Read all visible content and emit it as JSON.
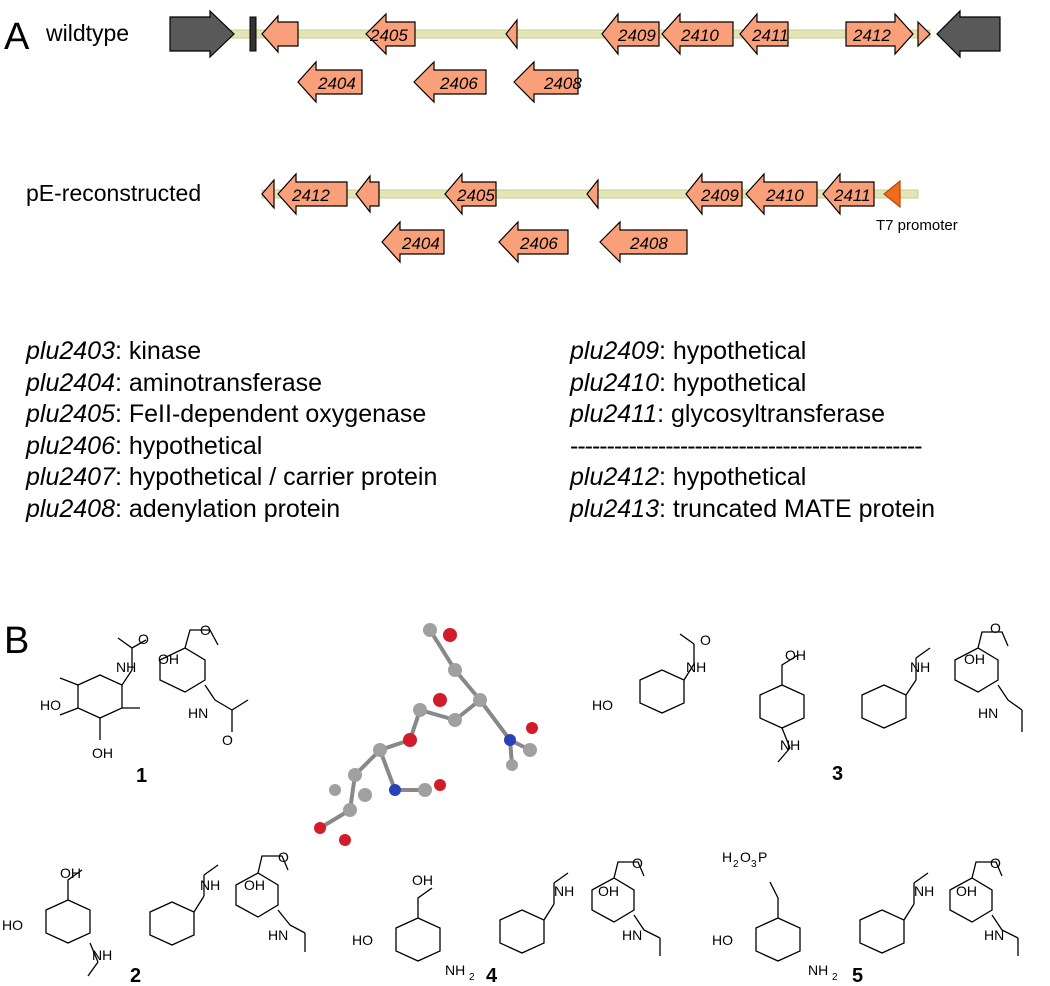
{
  "panel_a": {
    "letter": "A",
    "wildtype_label": "wildtype",
    "reconstructed_label": "pE-reconstructed",
    "t7_label": "T7 promoter",
    "wildtype_genes": [
      {
        "label": "2405"
      },
      {
        "label": "2409"
      },
      {
        "label": "2410"
      },
      {
        "label": "2411"
      },
      {
        "label": "2412"
      },
      {
        "label": "2404"
      },
      {
        "label": "2406"
      },
      {
        "label": "2408"
      }
    ],
    "reconstructed_genes": [
      {
        "label": "2412"
      },
      {
        "label": "2405"
      },
      {
        "label": "2409"
      },
      {
        "label": "2410"
      },
      {
        "label": "2411"
      },
      {
        "label": "2404"
      },
      {
        "label": "2406"
      },
      {
        "label": "2408"
      }
    ],
    "colors": {
      "gene_fill": "#f9a07a",
      "flank_fill": "#595959",
      "backbone": "#e3e6b4",
      "promoter": "#f26b1d"
    },
    "annotations_left": [
      {
        "gene": "plu2403",
        "func": ": kinase"
      },
      {
        "gene": "plu2404",
        "func": ": aminotransferase"
      },
      {
        "gene": "plu2405",
        "func": ": FeII-dependent oxygenase"
      },
      {
        "gene": "plu2406",
        "func": ": hypothetical"
      },
      {
        "gene": "plu2407",
        "func": ": hypothetical / carrier protein"
      },
      {
        "gene": "plu2408",
        "func": ": adenylation protein"
      }
    ],
    "annotations_right_top": [
      {
        "gene": "plu2409",
        "func": ": hypothetical"
      },
      {
        "gene": "plu2410",
        "func": ": hypothetical"
      },
      {
        "gene": "plu2411",
        "func": ": glycosyltransferase"
      }
    ],
    "divider": "------------------------------------------------",
    "annotations_right_bottom": [
      {
        "gene": "plu2412",
        "func": ": hypothetical"
      },
      {
        "gene": "plu2413",
        "func": ": truncated MATE protein"
      }
    ]
  },
  "panel_b": {
    "letter": "B",
    "compounds": [
      "1",
      "2",
      "3",
      "4",
      "5"
    ],
    "labels": {
      "oh": "OH",
      "ho": "HO",
      "nh": "NH",
      "hn": "HN",
      "o": "O",
      "nh2": "NH",
      "nh2_sub": "2",
      "phos_h": "H",
      "phos_sub2": "2",
      "phos_o": "O",
      "phos_sub3": "3",
      "phos_p": "P"
    }
  }
}
